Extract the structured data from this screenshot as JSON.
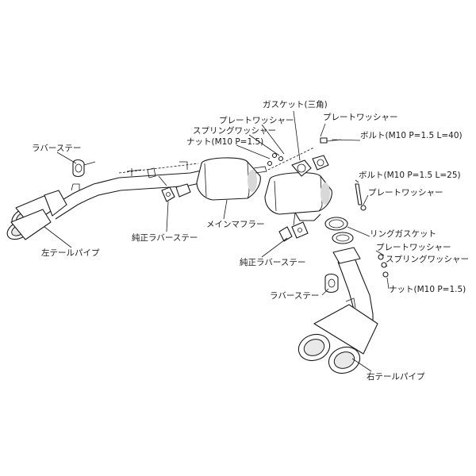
{
  "labels": {
    "rubber_stay_left": "ラバーステー",
    "left_tail_pipe": "左テールパイプ",
    "stock_rubber_stay_left": "純正ラバーステー",
    "main_muffler": "メインマフラー",
    "nut_top": "ナット(M10 P=1.5)",
    "spring_washer_top": "スプリングワッシャー",
    "plate_washer_top_left": "プレートワッシャー",
    "gasket_triangle": "ガスケット(三角)",
    "plate_washer_top_right": "プレートワッシャー",
    "bolt_l40": "ボルト(M10 P=1.5 L=40)",
    "bolt_l25": "ボルト(M10 P=1.5 L=25)",
    "plate_washer_mid": "プレートワッシャー",
    "ring_gasket": "リングガスケット",
    "plate_washer_lower": "プレートワッシャー",
    "spring_washer_lower": "スプリングワッシャー",
    "nut_lower": "ナット(M10 P=1.5)",
    "stock_rubber_stay_center": "純正ラバーステー",
    "rubber_stay_right": "ラバーステー",
    "right_tail_pipe": "右テールパイプ"
  }
}
